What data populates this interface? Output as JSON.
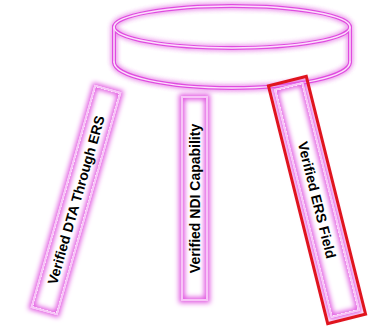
{
  "diagram": {
    "nodes": [
      {
        "text": [
          "Verified DTA Through ERS"
        ]
      },
      {
        "text": [
          "Verified NDI Capability"
        ]
      },
      {
        "text": [
          "Verified ERS Field"
        ]
      }
    ]
  }
}
